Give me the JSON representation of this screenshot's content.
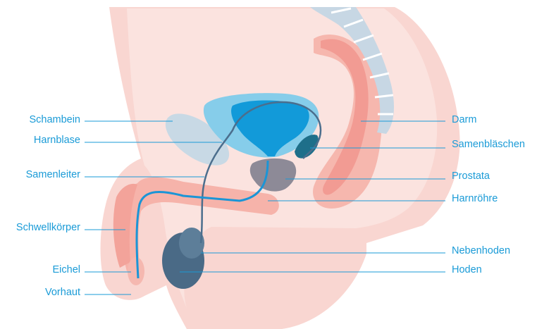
{
  "colors": {
    "label": "#1a9bd7",
    "leader": "#1a9bd7",
    "skin": "#f8d0cb",
    "skin_dark": "#f2b9b2",
    "tissue": "#f4a19a",
    "bladder_light": "#76c6ea",
    "bladder": "#129ad9",
    "bone": "#c6d6e3",
    "testis": "#4a6a86",
    "prostate": "#8c8896",
    "duct": "#4b6e8d"
  },
  "labels_left": [
    {
      "id": "schambein",
      "text": "Schambein"
    },
    {
      "id": "harnblase",
      "text": "Harnblase"
    },
    {
      "id": "samenleiter",
      "text": "Samenleiter"
    },
    {
      "id": "schwellkoerper",
      "text": "Schwellkörper"
    },
    {
      "id": "eichel",
      "text": "Eichel"
    },
    {
      "id": "vorhaut",
      "text": "Vorhaut"
    }
  ],
  "labels_right": [
    {
      "id": "darm",
      "text": "Darm"
    },
    {
      "id": "samenblaeschen",
      "text": "Samenbläschen"
    },
    {
      "id": "prostata",
      "text": "Prostata"
    },
    {
      "id": "harnroehre",
      "text": "Harnröhre"
    },
    {
      "id": "nebenhoden",
      "text": "Nebenhoden"
    },
    {
      "id": "hoden",
      "text": "Hoden"
    }
  ]
}
